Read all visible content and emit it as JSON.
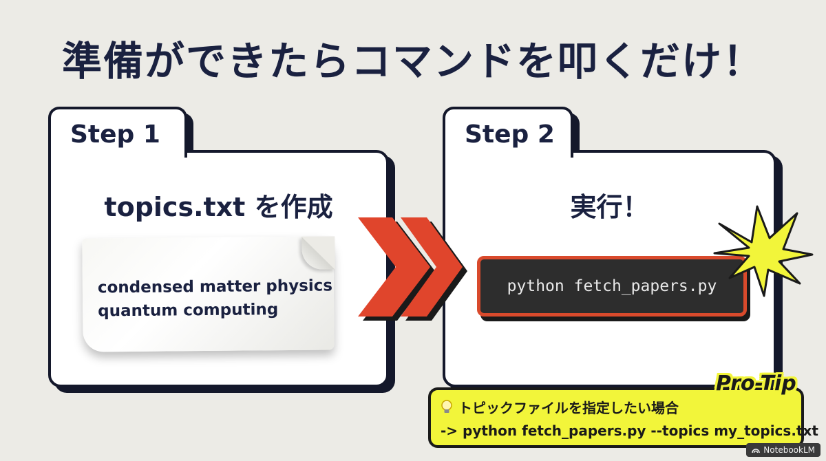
{
  "slide": {
    "title": "準備ができたらコマンドを叩くだけ！"
  },
  "step1": {
    "tab_label": "Step 1",
    "heading": "topics.txt を作成",
    "file_lines": [
      "condensed matter physics",
      "quantum computing"
    ]
  },
  "step2": {
    "tab_label": "Step 2",
    "heading": "実行！",
    "command": "python fetch_papers.py"
  },
  "pro_tip": {
    "badge": "Pro-Tip",
    "icon": "lightbulb-icon",
    "text": "トピックファイルを指定したい場合",
    "command": "-> python fetch_papers.py --topics my_topics.txt"
  },
  "watermark": {
    "label": "NotebookLM"
  },
  "colors": {
    "background": "#ecebe6",
    "navy": "#1a2140",
    "arrow_red": "#e0452c",
    "terminal_border": "#d94a2c",
    "terminal_bg": "#2d2d2d",
    "tip_yellow": "#f2f53a"
  }
}
